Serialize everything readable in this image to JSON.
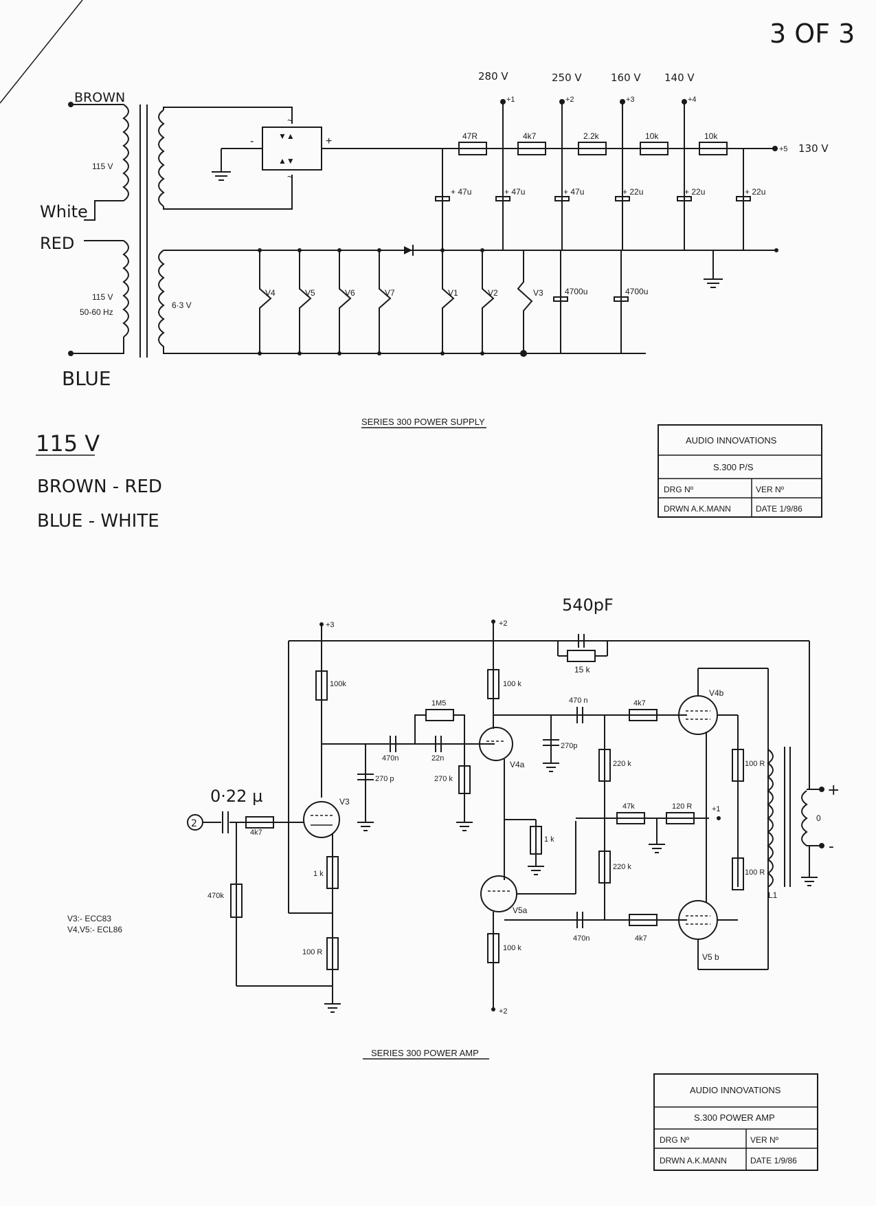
{
  "page_number": "3 OF 3",
  "power_supply": {
    "title": "SERIES 300 POWER SUPPLY",
    "wires": {
      "brown": "BROWN",
      "white": "White",
      "red": "RED",
      "blue": "BLUE"
    },
    "primary_voltage_top": "115 V",
    "primary_voltage_bottom": "115 V",
    "frequency": "50-60 Hz",
    "heater_voltage": "6·3 V",
    "rail_voltages": [
      "280 V",
      "250 V",
      "160 V",
      "140 V"
    ],
    "rail_nodes": [
      "+1",
      "+2",
      "+3",
      "+4",
      "+5"
    ],
    "out_voltage": "130 V",
    "resistors": [
      "47R",
      "4k7",
      "2.2k",
      "10k",
      "10k"
    ],
    "capacitors": [
      "+ 47u",
      "+ 47u",
      "+ 47u",
      "+ 22u",
      "+ 22u",
      "+ 22u"
    ],
    "reservoir_caps": [
      "4700u",
      "4700u"
    ],
    "heaters": [
      "V4",
      "V5",
      "V6",
      "V7",
      "V1",
      "V2",
      "V3"
    ],
    "bridge_minus": "-",
    "bridge_plus": "+"
  },
  "notes": {
    "heading": "115 V",
    "line1": "BROWN - RED",
    "line2": "BLUE - WHITE"
  },
  "title_block_ps": {
    "company": "AUDIO INNOVATIONS",
    "drawing": "S.300 P/S",
    "drg_label": "DRG Nº",
    "ver_label": "VER Nº",
    "drawn": "DRWN A.K.MANN",
    "date": "DATE 1/9/86"
  },
  "power_amp": {
    "title": "SERIES 300 POWER AMP",
    "feedback_cap": "540pF",
    "feedback_res": "15 k",
    "input_cap": "0·22 µ",
    "input_node": "2",
    "supply_nodes": [
      "+3",
      "+2",
      "+2",
      "+1"
    ],
    "parts": [
      "100k",
      "1M5",
      "470n",
      "22n",
      "270 p",
      "270 k",
      "100 k",
      "470 n",
      "4k7",
      "270p",
      "220 k",
      "47k",
      "120 R",
      "1 k",
      "100 R",
      "100 R",
      "220 k",
      "470n",
      "4k7",
      "100 k",
      "4k7",
      "470k",
      "1 k",
      "100 R"
    ],
    "valves": [
      "V3",
      "V4a",
      "V5a",
      "V4b",
      "V5 b"
    ],
    "transformer": "L1",
    "output_labels": [
      "+",
      "0",
      "-"
    ],
    "valve_types": [
      "V3:- ECC83",
      "V4,V5:- ECL86"
    ]
  },
  "title_block_amp": {
    "company": "AUDIO INNOVATIONS",
    "drawing": "S.300 POWER AMP",
    "drg_label": "DRG Nº",
    "ver_label": "VER Nº",
    "drawn": "DRWN A.K.MANN",
    "date": "DATE 1/9/86"
  }
}
